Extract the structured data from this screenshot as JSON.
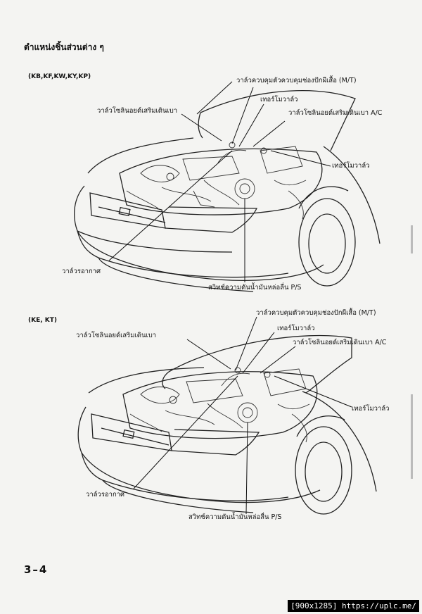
{
  "page": {
    "header": "ตำแหน่งชิ้นส่วนต่าง ๆ",
    "page_number": "3–4",
    "watermark": "[900x1285] https://uplc.me/"
  },
  "diagram_top": {
    "models": "(KB,KF,KW,KY,KP)",
    "labels": {
      "fast_idle_cooling": "วาล์วควบคุมตัวควบคุมช่องปักผีเสื้อ (M/T)",
      "thermo_valve_1": "เทอร์โมวาล์ว",
      "idle_boost_solenoid": "วาล์วโซลินอยด์เสริมเดินเบา",
      "idle_boost_ac": "วาล์วโซลินอยด์เสริมเดินเบา A/C",
      "thermo_valve_2": "เทอร์โมวาล์ว",
      "air_valve": "วาล์วรอากาศ",
      "ps_switch": "สวิทช์ความดันน้ำมันหล่อลื่น P/S"
    }
  },
  "diagram_bottom": {
    "models": "(KE, KT)",
    "labels": {
      "fast_idle_cooling": "วาล์วควบคุมตัวควบคุมช่องปักผีเสื้อ (M/T)",
      "thermo_valve_1": "เทอร์โมวาล์ว",
      "idle_boost_solenoid": "วาล์วโซลินอยด์เสริมเดินเบา",
      "idle_boost_ac": "วาล์วโซลินอยด์เสริมเดินเบา A/C",
      "thermo_valve_2": "เทอร์โมวาล์ว",
      "air_valve": "วาล์วรอากาศ",
      "ps_switch": "สวิทช์ความดันน้ำมันหล่อลื่น P/S"
    }
  }
}
